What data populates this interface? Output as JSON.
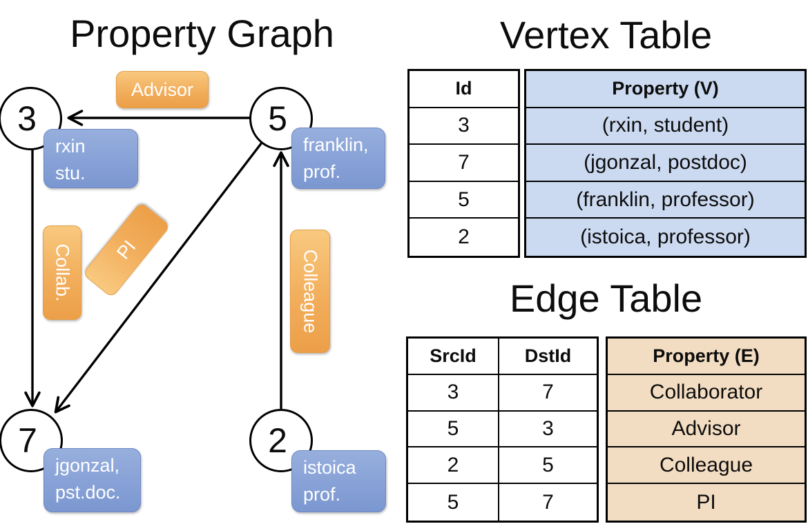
{
  "titles": {
    "graph": "Property Graph",
    "vertex": "Vertex Table",
    "edge": "Edge Table"
  },
  "graph": {
    "nodes": [
      {
        "id": "3"
      },
      {
        "id": "5"
      },
      {
        "id": "7"
      },
      {
        "id": "2"
      }
    ],
    "vertex_boxes": [
      {
        "line1": "rxin",
        "line2": "stu."
      },
      {
        "line1": "franklin,",
        "line2": "prof."
      },
      {
        "line1": "jgonzal,",
        "line2": "pst.doc."
      },
      {
        "line1": "istoica",
        "line2": "prof."
      }
    ],
    "edge_labels": {
      "advisor": "Advisor",
      "collab": "Collab.",
      "pi": "PI",
      "colleague": "Colleague"
    }
  },
  "vertex_table": {
    "headers": {
      "id": "Id",
      "property": "Property (V)"
    },
    "id_values": [
      "3",
      "7",
      "5",
      "2"
    ],
    "property_values": [
      "(rxin, student)",
      "(jgonzal, postdoc)",
      "(franklin, professor)",
      "(istoica, professor)"
    ]
  },
  "edge_table": {
    "headers": {
      "src": "SrcId",
      "dst": "DstId",
      "property": "Property (E)"
    },
    "rows": [
      [
        "3",
        "7",
        "Collaborator"
      ],
      [
        "5",
        "3",
        "Advisor"
      ],
      [
        "2",
        "5",
        "Colleague"
      ],
      [
        "5",
        "7",
        "PI"
      ]
    ]
  },
  "colors": {
    "vertex_property_fill": "#ccdaf1",
    "edge_property_fill": "#f3ddc2",
    "blue_box": "#8aa4d8",
    "orange_box": "#f2ae5c",
    "line": "#000000"
  }
}
